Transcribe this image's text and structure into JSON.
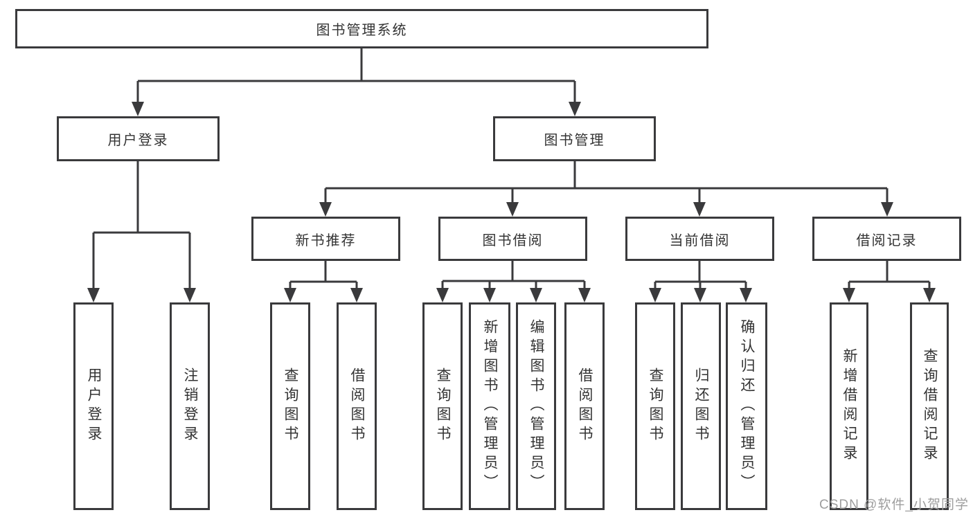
{
  "diagram": {
    "root": {
      "label": "图书管理系统"
    },
    "user_branch": {
      "label": "用户登录",
      "children": [
        {
          "label": "用户登录"
        },
        {
          "label": "注销登录"
        }
      ]
    },
    "book_branch": {
      "label": "图书管理",
      "sections": [
        {
          "label": "新书推荐",
          "children": [
            {
              "label": "查询图书"
            },
            {
              "label": "借阅图书"
            }
          ]
        },
        {
          "label": "图书借阅",
          "children": [
            {
              "label": "查询图书"
            },
            {
              "label": "新增图书（管理员）"
            },
            {
              "label": "编辑图书（管理员）"
            },
            {
              "label": "借阅图书"
            }
          ]
        },
        {
          "label": "当前借阅",
          "children": [
            {
              "label": "查询图书"
            },
            {
              "label": "归还图书"
            },
            {
              "label": "确认归还（管理员）"
            }
          ]
        },
        {
          "label": "借阅记录",
          "children": [
            {
              "label": "新增借阅记录"
            },
            {
              "label": "查询借阅记录"
            }
          ]
        }
      ]
    },
    "watermark": "CSDN @软件_小贺同学",
    "colors": {
      "line": "#3a3a3c",
      "text": "#333333",
      "watermark": "#9e9e9e"
    }
  }
}
